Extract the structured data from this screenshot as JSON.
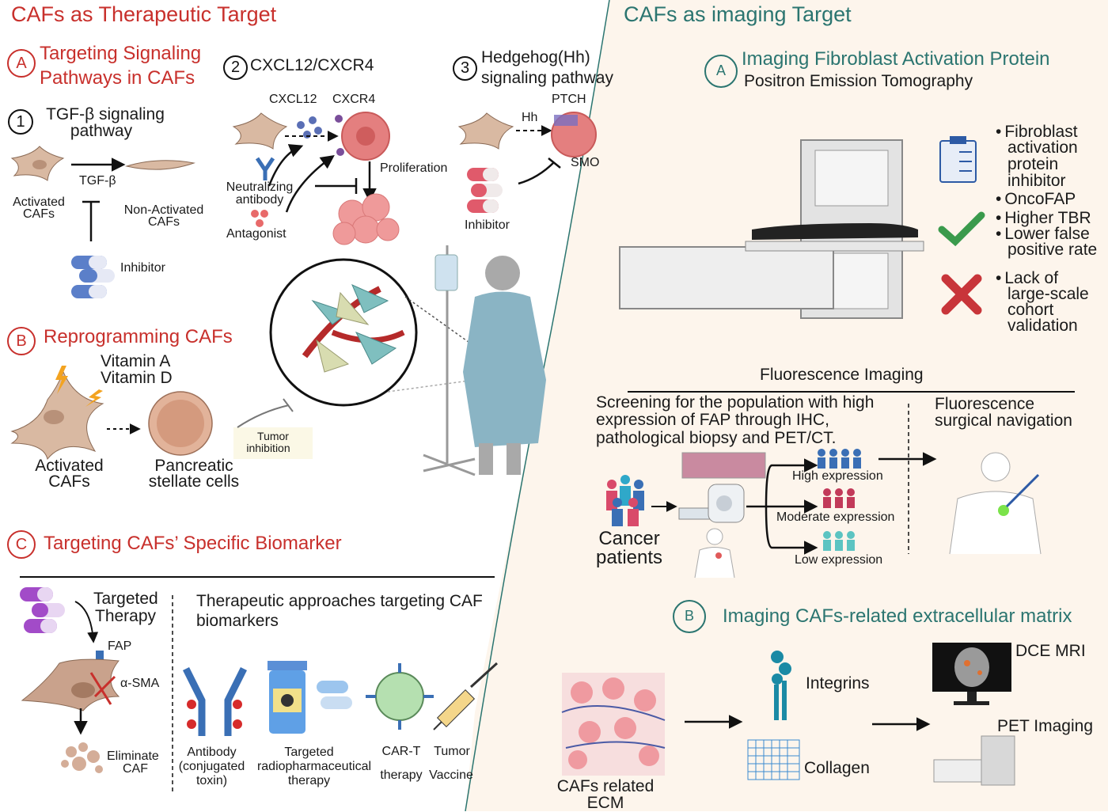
{
  "left": {
    "title": "CAFs as Therapeutic  Target",
    "sectionA": {
      "letter": "A",
      "title_line1": "Targeting Signaling",
      "title_line2": "Pathways in CAFs",
      "p1": {
        "num": "1",
        "title_line1": "TGF-β signaling",
        "title_line2": "pathway",
        "activated_line1": "Activated",
        "activated_line2": "CAFs",
        "tgf": "TGF-β",
        "nonactivated_line1": "Non-Activated",
        "nonactivated_line2": "CAFs",
        "inhibitor": "Inhibitor"
      },
      "p2": {
        "num": "2",
        "title": "CXCL12/CXCR4",
        "cxcl12": "CXCL12",
        "cxcr4": "CXCR4",
        "proliferation": "Proliferation",
        "neutralizing_line1": "Neutralizing",
        "neutralizing_line2": "antibody",
        "antagonist": "Antagonist"
      },
      "p3": {
        "num": "3",
        "title_line1": "Hedgehog(Hh)",
        "title_line2": "signaling pathway",
        "ptch": "PTCH",
        "hh": "Hh",
        "smo": "SMO",
        "inhibitor": "Inhibitor"
      }
    },
    "sectionB": {
      "letter": "B",
      "title": "Reprogramming CAFs",
      "vitA": "Vitamin A",
      "vitD": "Vitamin D",
      "activated_line1": "Activated",
      "activated_line2": "CAFs",
      "psc_line1": "Pancreatic",
      "psc_line2": "stellate cells",
      "tumor_line1": "Tumor",
      "tumor_line2": "inhibition"
    },
    "sectionC": {
      "letter": "C",
      "title": "Targeting CAFs’ Specific Biomarker",
      "targeted_line1": "Targeted",
      "targeted_line2": "Therapy",
      "fap": "FAP",
      "asma": "α-SMA",
      "eliminate_line1": "Eliminate",
      "eliminate_line2": "CAF",
      "approaches_line1": "Therapeutic approaches targeting CAF",
      "approaches_line2": "biomarkers",
      "antibody_line1": "Antibody",
      "antibody_line2": "(conjugated",
      "antibody_line3": "toxin)",
      "radio_line1": "Targeted",
      "radio_line2": "radiopharmaceutical",
      "radio_line3": "therapy",
      "cart_line1": "CAR-T",
      "cart_line2": "therapy",
      "vaccine_line1": "Tumor",
      "vaccine_line2": "Vaccine"
    }
  },
  "right": {
    "title": "CAFs as imaging Target",
    "sectionA": {
      "letter": "A",
      "title": "Imaging Fibroblast Activation Protein",
      "subtitle": "Positron Emission Tomography",
      "b1_line1": "Fibroblast",
      "b1_line2": "activation",
      "b1_line3": "protein",
      "b1_line4": "inhibitor",
      "b2": "OncoFAP",
      "b3": "Higher TBR",
      "b4_line1": "Lower false",
      "b4_line2": "positive rate",
      "b5_line1": "Lack of",
      "b5_line2": "large-scale",
      "b5_line3": "cohort",
      "b5_line4": "validation"
    },
    "fluorescence": {
      "title": "Fluorescence Imaging",
      "screen_line1": "Screening for the population with high",
      "screen_line2": "expression of FAP through IHC,",
      "screen_line3": "pathological biopsy and PET/CT.",
      "nav_line1": "Fluorescence",
      "nav_line2": "surgical navigation",
      "patients_line1": "Cancer",
      "patients_line2": "patients",
      "high": "High expression",
      "moderate": "Moderate expression",
      "low": "Low expression"
    },
    "sectionB": {
      "letter": "B",
      "title": "Imaging CAFs-related extracellular matrix",
      "ecm_line1": "CAFs related",
      "ecm_line2": "ECM",
      "integrins": "Integrins",
      "collagen": "Collagen",
      "dce": "DCE MRI",
      "pet": "PET Imaging"
    }
  },
  "colors": {
    "red_heading": "#c8302c",
    "teal_heading": "#2b7570",
    "right_bg": "#fdf5ec",
    "cell": "#d9b9a2"
  }
}
